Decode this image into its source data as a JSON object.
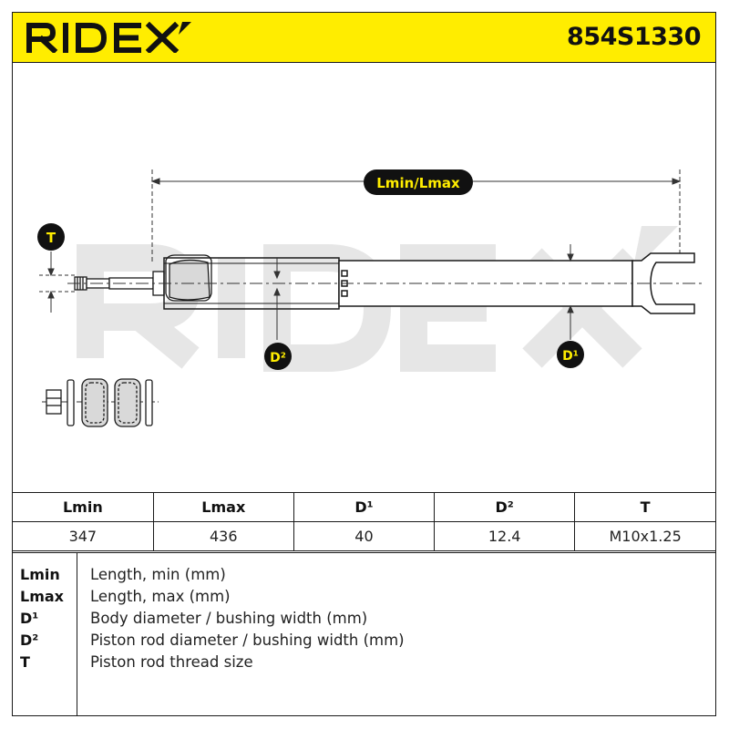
{
  "header": {
    "brand": "RIDEX",
    "part_number": "854S1330",
    "accent_color": "#ffed00"
  },
  "diagram": {
    "length_label": "Lmin/Lmax",
    "thread_label": "T",
    "rod_diameter_label": "D²",
    "body_diameter_label": "D¹",
    "watermark": "RIDEX"
  },
  "spec_table": {
    "headers": [
      "Lmin",
      "Lmax",
      "D¹",
      "D²",
      "T"
    ],
    "values": [
      "347",
      "436",
      "40",
      "12.4",
      "M10x1.25"
    ]
  },
  "legend": [
    {
      "key": "Lmin",
      "description": "Length, min (mm)"
    },
    {
      "key": "Lmax",
      "description": "Length, max (mm)"
    },
    {
      "key": "D¹",
      "description": "Body diameter / bushing width (mm)"
    },
    {
      "key": "D²",
      "description": "Piston rod diameter / bushing width (mm)"
    },
    {
      "key": "T",
      "description": "Piston rod thread size"
    }
  ]
}
